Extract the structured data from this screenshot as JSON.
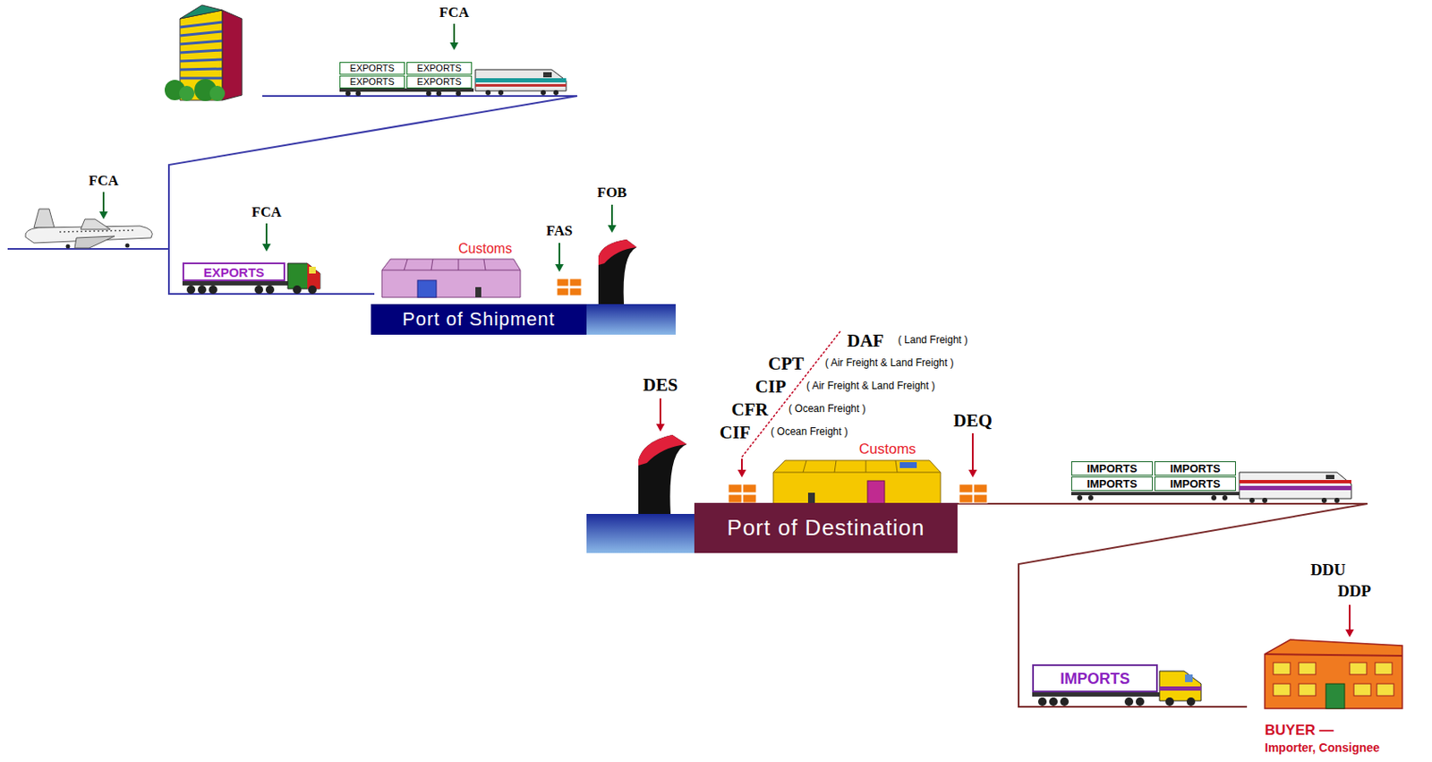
{
  "diagram": {
    "nodes": [
      {
        "text": [
          "EXPORTS"
        ]
      },
      {
        "text": [
          "EXPORTS"
        ]
      },
      {
        "text": [
          "EXPORTS"
        ]
      },
      {
        "text": [
          "EXPORTS"
        ]
      },
      {
        "text": [
          "EXPORTS"
        ]
      },
      {
        "text": [
          "Port of Shipment"
        ]
      },
      {
        "text": [
          "Port of Destination"
        ]
      },
      {
        "text": [
          "IMPORTS"
        ]
      },
      {
        "text": [
          "IMPORTS"
        ]
      },
      {
        "text": [
          "IMPORTS"
        ]
      },
      {
        "text": [
          "IMPORTS"
        ]
      },
      {
        "text": [
          "IMPORTS"
        ]
      }
    ],
    "labels": [
      "FCA",
      "FCA",
      "FCA",
      "Customs",
      "FAS",
      "FOB",
      "DAF",
      "( Land Freight )",
      "CPT",
      "( Air Freight & Land Freight )",
      "CIP",
      "( Air Freight & Land Freight )",
      "DES",
      "CFR",
      "( Ocean Freight )",
      "CIF",
      "( Ocean Freight )",
      "Customs",
      "DEQ",
      "DDU",
      "DDP",
      "BUYER —",
      "Importer, Consignee"
    ]
  }
}
